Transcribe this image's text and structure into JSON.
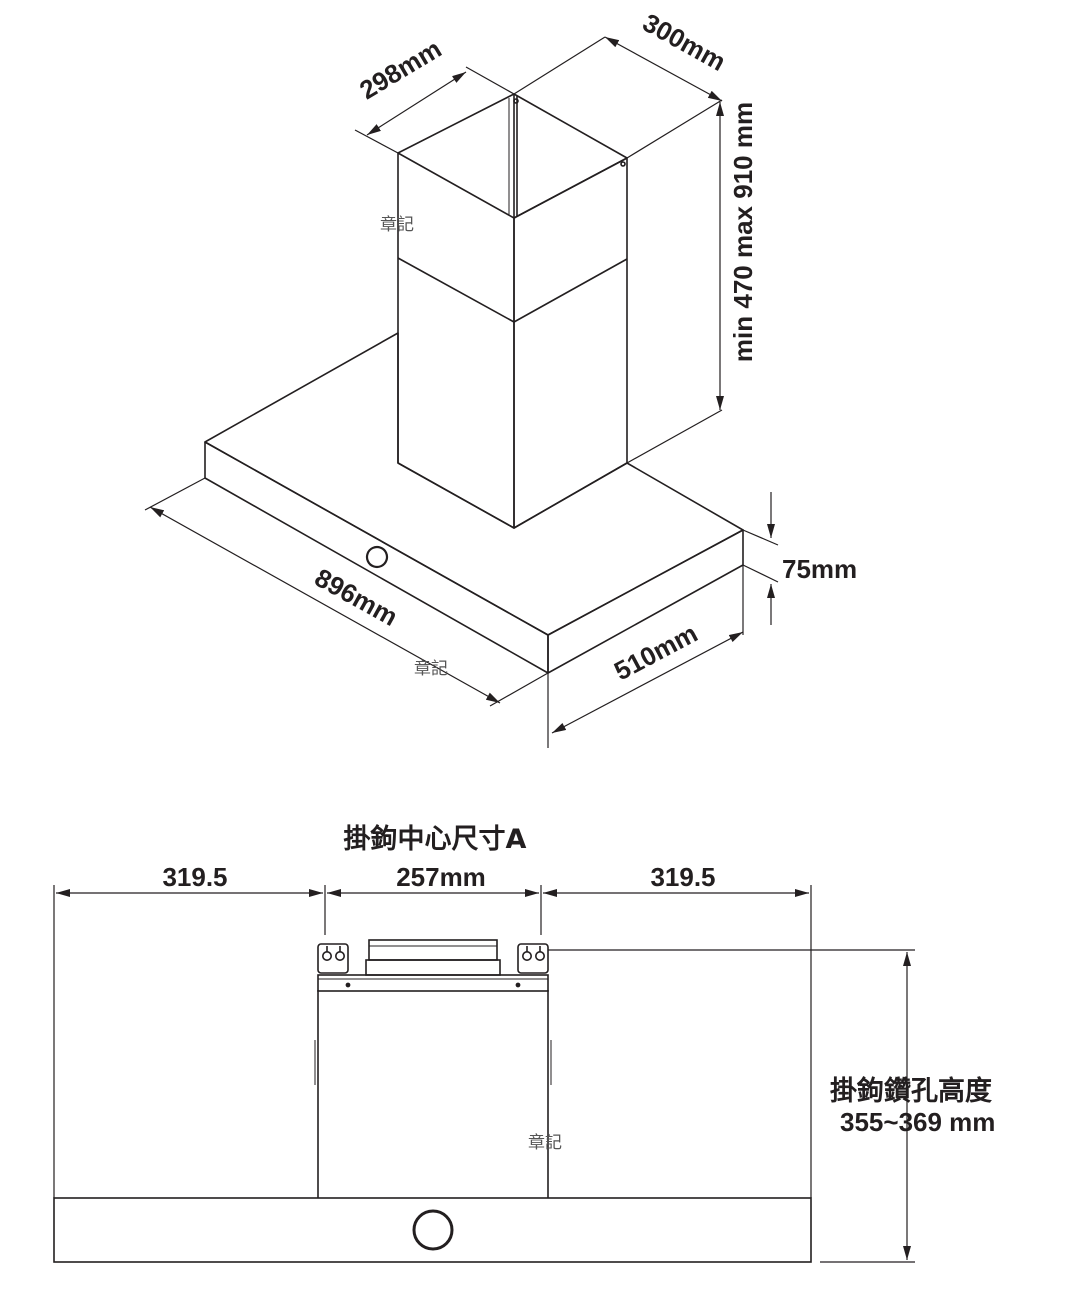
{
  "iso_view": {
    "chimney_width_label": "298mm",
    "chimney_depth_label": "300mm",
    "chimney_height_label": "min 470 max 910 mm",
    "hood_width_label": "896mm",
    "hood_depth_label": "510mm",
    "hood_thickness_label": "75mm",
    "watermark_top": "章記",
    "watermark_bottom": "章記"
  },
  "front_view": {
    "title": "掛鉤中心尺寸A",
    "left_offset_label": "319.5",
    "center_span_label": "257mm",
    "right_offset_label": "319.5",
    "drill_height_title": "掛鉤鑽孔高度",
    "drill_height_value": "355~369 mm",
    "watermark": "章記"
  },
  "colors": {
    "line": "#231f20",
    "watermark": "#555555",
    "background": "#ffffff"
  }
}
